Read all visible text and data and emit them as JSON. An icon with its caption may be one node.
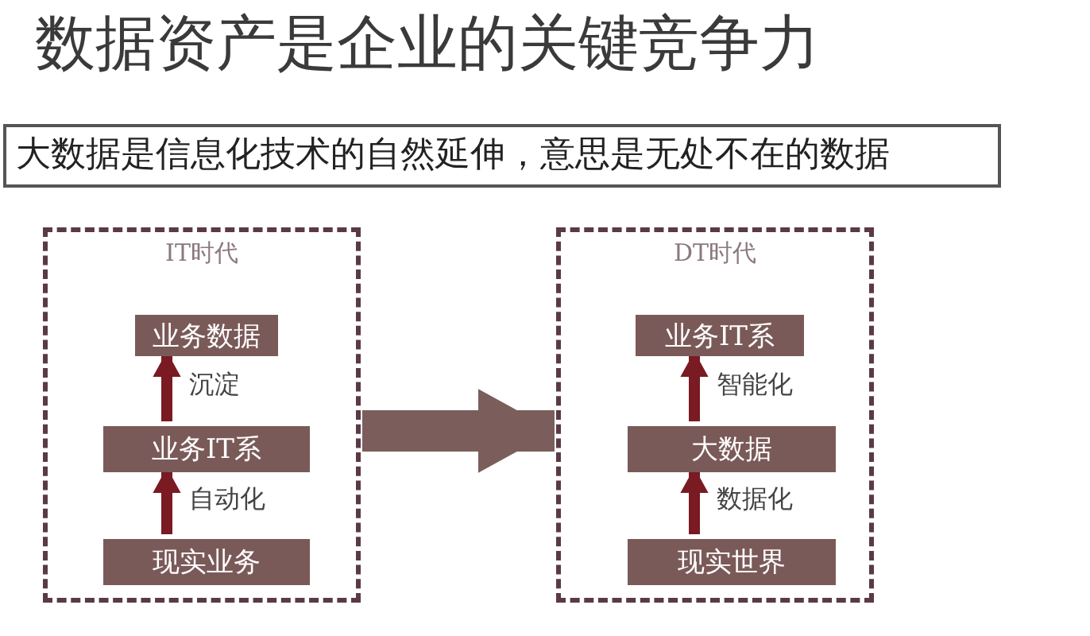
{
  "diagram": {
    "title": "数据资产是企业的关键竞争力",
    "nodes": [
      {
        "text": [
          "大数据是信息化技术的自然延伸，意思是无处不在的数据"
        ]
      },
      {
        "text": [
          "IT时代"
        ]
      },
      {
        "text": [
          "业务数据"
        ],
        "in": 1
      },
      {
        "text": [
          "业务IT系"
        ],
        "in": 1
      },
      {
        "text": [
          "现实业务"
        ],
        "in": 1
      },
      {
        "text": [
          "DT时代"
        ]
      },
      {
        "text": [
          "业务IT系"
        ],
        "in": 5
      },
      {
        "text": [
          "大数据"
        ],
        "in": 5
      },
      {
        "text": [
          "现实世界"
        ],
        "in": 5
      }
    ],
    "edges": [
      {
        "from": 3,
        "to": 2,
        "arrow": "to",
        "label": "沉淀"
      },
      {
        "from": 4,
        "to": 3,
        "arrow": "to",
        "label": "自动化"
      },
      {
        "from": 7,
        "to": 6,
        "arrow": "to",
        "label": "智能化"
      },
      {
        "from": 8,
        "to": 7,
        "arrow": "to",
        "label": "数据化"
      },
      {
        "from": 1,
        "to": 5,
        "arrow": "to",
        "style": "thick",
        "color": "#7b5e5c"
      }
    ]
  }
}
